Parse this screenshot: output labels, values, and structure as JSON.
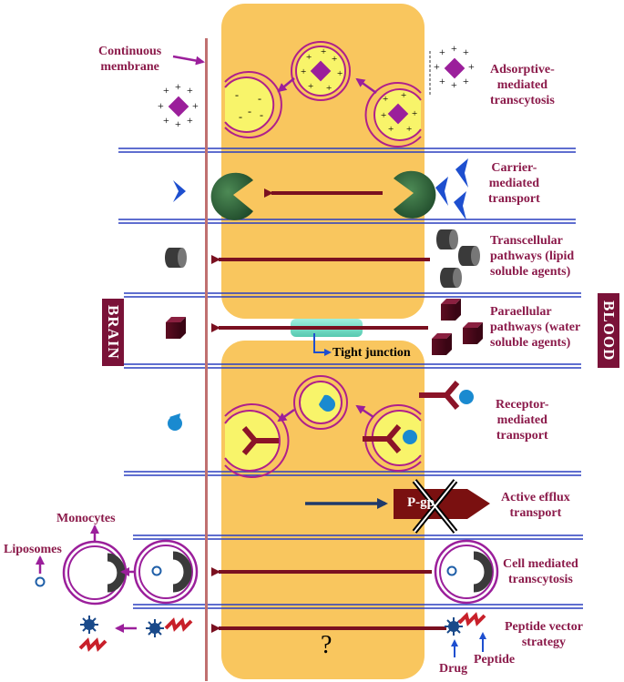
{
  "labels": {
    "continuous_membrane": [
      "Continuous",
      "membrane"
    ],
    "adsorptive": [
      "Adsorptive-",
      "mediated",
      "transcytosis"
    ],
    "carrier": [
      "Carrier-",
      "mediated",
      "transport"
    ],
    "transcellular": [
      "Transcellular",
      "pathways (lipid",
      "soluble agents)"
    ],
    "paracellular": [
      "Paraellular",
      "pathways (water",
      "soluble agents)"
    ],
    "tight_junction": "Tight junction",
    "receptor": [
      "Receptor-",
      "mediated",
      "transport"
    ],
    "active_efflux": [
      "Active efflux",
      "transport"
    ],
    "pgp": "P-gp",
    "cell_mediated": [
      "Cell mediated",
      "transcytosis"
    ],
    "peptide_vector": [
      "Peptide vector",
      "strategy"
    ],
    "monocytes": "Monocytes",
    "liposomes": "Liposomes",
    "drug": "Drug",
    "peptide": "Peptide",
    "question": "?",
    "brain": "BRAIN",
    "blood": "BLOOD"
  },
  "colors": {
    "cell": "#f9c65e",
    "label": "#8b1a4a",
    "arrow_dark": "#7a1020",
    "arrow_purple": "#9b1f9b",
    "membrane_line": "#2a3fbf",
    "brain_bar": "#c07070",
    "carrier": "#2f6b3a",
    "pgp": "#7a1010",
    "drug_blue": "#1a4a8a"
  },
  "icons": [
    "carrier-protein-icon",
    "receptor-icon",
    "vesicle-icon",
    "cube-icon",
    "cylinder-icon",
    "drug-star-icon",
    "peptide-icon",
    "pgp-pump-icon"
  ]
}
